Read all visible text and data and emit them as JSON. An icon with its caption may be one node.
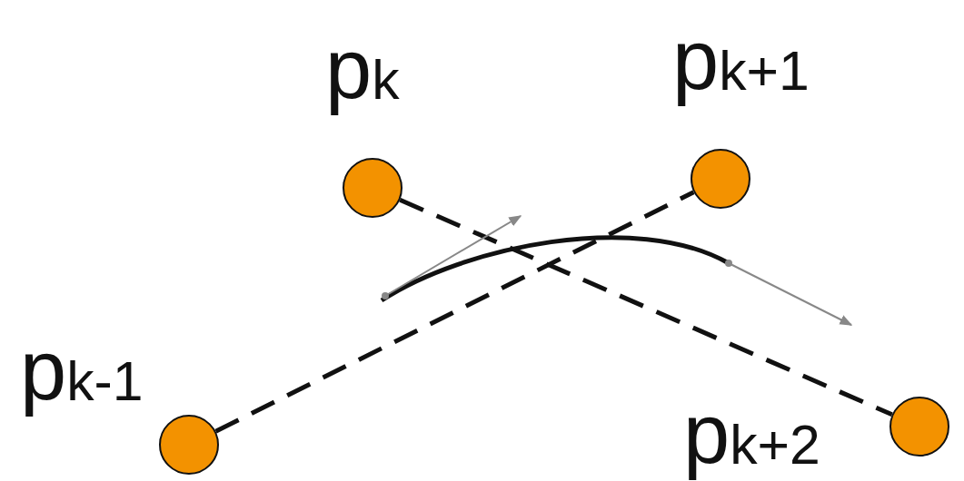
{
  "diagram": {
    "nodes": [
      {
        "text": [],
        "shape": "circle",
        "beside": [
          "p$_{k}$"
        ]
      },
      {
        "text": [],
        "shape": "circle",
        "beside": [
          "p$_{k+1}$"
        ]
      },
      {
        "text": [],
        "shape": "circle",
        "beside": [
          "p$_{k-1}$"
        ]
      },
      {
        "text": [],
        "shape": "circle",
        "beside": [
          "p$_{k+2}$"
        ]
      }
    ],
    "edges": [
      {
        "from": 2,
        "to": 1,
        "arrow": "none",
        "style": "dashed"
      },
      {
        "from": 0,
        "to": 3,
        "arrow": "none",
        "style": "dashed"
      }
    ]
  }
}
